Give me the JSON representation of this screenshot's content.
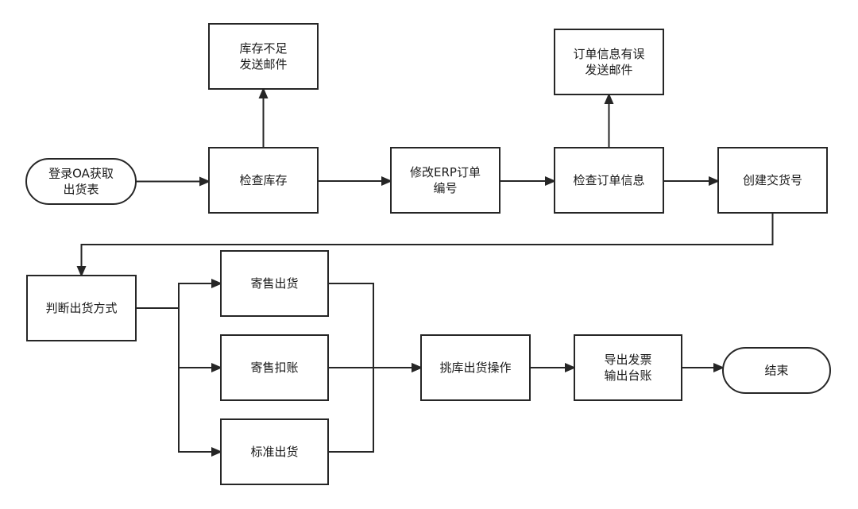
{
  "diagram": {
    "type": "flowchart",
    "colors": {
      "stroke": "#262626",
      "fill": "#ffffff",
      "text": "#1a1a1a"
    },
    "nodes": [
      {
        "id": "login",
        "shape": "terminal",
        "lines": [
          "登录OA获取",
          "出货表"
        ]
      },
      {
        "id": "check_stock",
        "shape": "process",
        "lines": [
          "检查库存"
        ]
      },
      {
        "id": "low_stock_mail",
        "shape": "process",
        "lines": [
          "库存不足",
          "发送邮件"
        ]
      },
      {
        "id": "edit_erp",
        "shape": "process",
        "lines": [
          "修改ERP订单",
          "编号"
        ]
      },
      {
        "id": "check_order",
        "shape": "process",
        "lines": [
          "检查订单信息"
        ]
      },
      {
        "id": "order_error_mail",
        "shape": "process",
        "lines": [
          "订单信息有误",
          "发送邮件"
        ]
      },
      {
        "id": "create_delivery",
        "shape": "process",
        "lines": [
          "创建交货号"
        ]
      },
      {
        "id": "judge_method",
        "shape": "process",
        "lines": [
          "判断出货方式"
        ]
      },
      {
        "id": "consign_ship",
        "shape": "process",
        "lines": [
          "寄售出货"
        ]
      },
      {
        "id": "consign_deduct",
        "shape": "process",
        "lines": [
          "寄售扣账"
        ]
      },
      {
        "id": "standard_ship",
        "shape": "process",
        "lines": [
          "标准出货"
        ]
      },
      {
        "id": "pick_ship",
        "shape": "process",
        "lines": [
          "挑库出货操作"
        ]
      },
      {
        "id": "invoice",
        "shape": "process",
        "lines": [
          "导出发票",
          "输出台账"
        ]
      },
      {
        "id": "end",
        "shape": "terminal",
        "lines": [
          "结束"
        ]
      }
    ],
    "edges": [
      {
        "from": "login",
        "to": "check_stock"
      },
      {
        "from": "check_stock",
        "to": "low_stock_mail"
      },
      {
        "from": "check_stock",
        "to": "edit_erp"
      },
      {
        "from": "edit_erp",
        "to": "check_order"
      },
      {
        "from": "check_order",
        "to": "order_error_mail"
      },
      {
        "from": "check_order",
        "to": "create_delivery"
      },
      {
        "from": "create_delivery",
        "to": "judge_method"
      },
      {
        "from": "judge_method",
        "to": "consign_ship"
      },
      {
        "from": "judge_method",
        "to": "consign_deduct"
      },
      {
        "from": "judge_method",
        "to": "standard_ship"
      },
      {
        "from": "consign_ship",
        "to": "pick_ship"
      },
      {
        "from": "consign_deduct",
        "to": "pick_ship"
      },
      {
        "from": "standard_ship",
        "to": "pick_ship"
      },
      {
        "from": "pick_ship",
        "to": "invoice"
      },
      {
        "from": "invoice",
        "to": "end"
      }
    ]
  }
}
